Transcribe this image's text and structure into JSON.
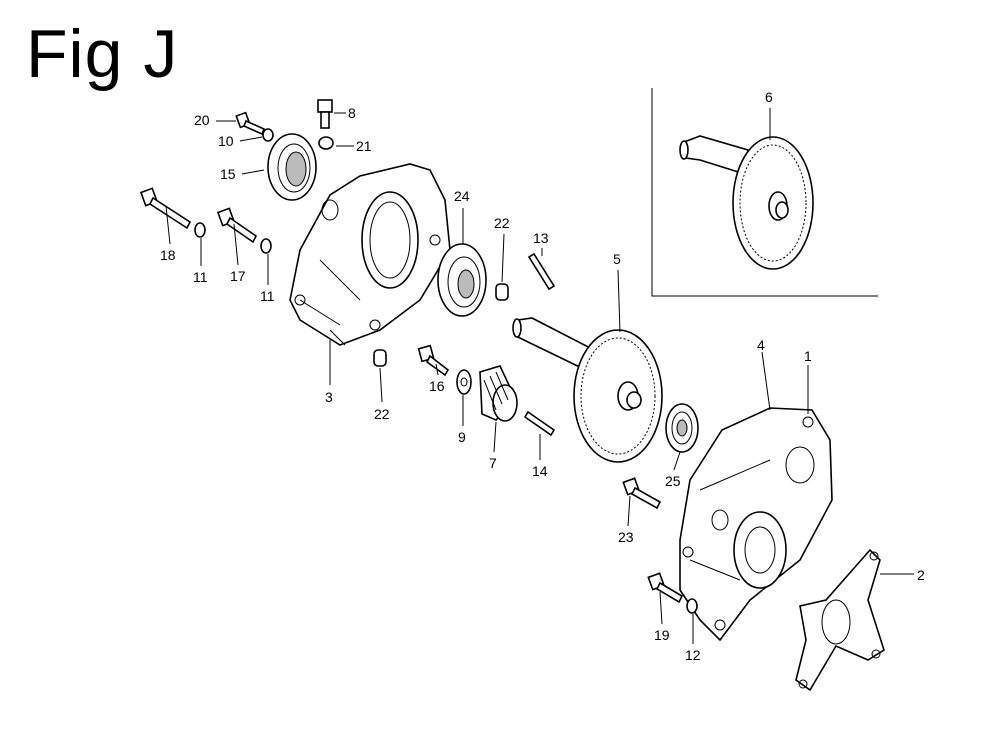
{
  "title": "Fig J",
  "callouts": [
    {
      "id": "c20",
      "label": "20"
    },
    {
      "id": "c10",
      "label": "10"
    },
    {
      "id": "c8",
      "label": "8"
    },
    {
      "id": "c21",
      "label": "21"
    },
    {
      "id": "c15",
      "label": "15"
    },
    {
      "id": "c24",
      "label": "24"
    },
    {
      "id": "c22a",
      "label": "22"
    },
    {
      "id": "c13",
      "label": "13"
    },
    {
      "id": "c18",
      "label": "18"
    },
    {
      "id": "c11a",
      "label": "11"
    },
    {
      "id": "c17",
      "label": "17"
    },
    {
      "id": "c11b",
      "label": "11"
    },
    {
      "id": "c3",
      "label": "3"
    },
    {
      "id": "c22b",
      "label": "22"
    },
    {
      "id": "c16",
      "label": "16"
    },
    {
      "id": "c9",
      "label": "9"
    },
    {
      "id": "c7",
      "label": "7"
    },
    {
      "id": "c14",
      "label": "14"
    },
    {
      "id": "c5",
      "label": "5"
    },
    {
      "id": "c6",
      "label": "6"
    },
    {
      "id": "c4",
      "label": "4"
    },
    {
      "id": "c1",
      "label": "1"
    },
    {
      "id": "c25",
      "label": "25"
    },
    {
      "id": "c23",
      "label": "23"
    },
    {
      "id": "c2",
      "label": "2"
    },
    {
      "id": "c19",
      "label": "19"
    },
    {
      "id": "c12",
      "label": "12"
    }
  ]
}
